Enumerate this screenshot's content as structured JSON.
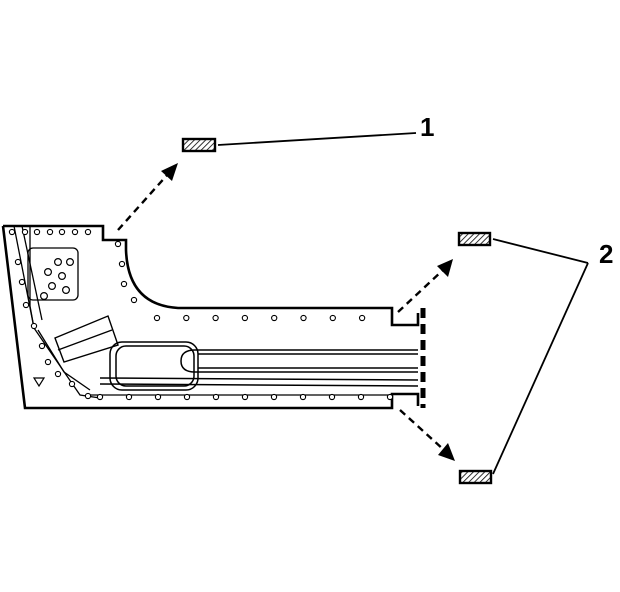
{
  "diagram": {
    "callouts": [
      {
        "id": "1",
        "label": "1"
      },
      {
        "id": "2",
        "label": "2"
      }
    ],
    "parts": [
      {
        "name": "patch-1",
        "callout": "1"
      },
      {
        "name": "patch-2a",
        "callout": "2"
      },
      {
        "name": "patch-2b",
        "callout": "2"
      }
    ],
    "colors": {
      "line": "#000000",
      "background": "#ffffff"
    }
  }
}
